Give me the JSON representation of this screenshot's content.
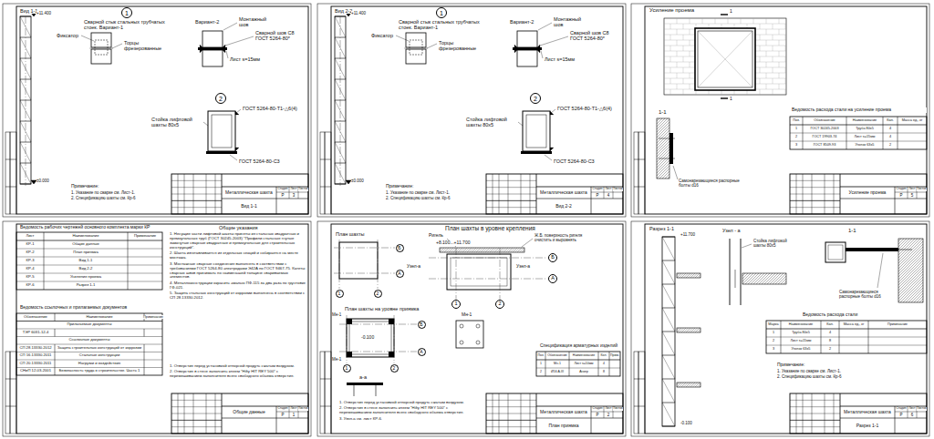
{
  "diagram": {
    "nodes": [
      {
        "text": [
          "1"
        ]
      },
      {
        "text": [
          "2"
        ]
      },
      {
        "text": [
          "1"
        ]
      },
      {
        "text": [
          "2"
        ]
      },
      {
        "text": [
          "Б"
        ]
      },
      {
        "text": [
          "А"
        ]
      },
      {
        "text": [
          "1"
        ]
      },
      {
        "text": [
          "2"
        ]
      },
      {
        "text": [
          "Б"
        ]
      },
      {
        "text": [
          "А"
        ]
      },
      {
        "text": [
          "1"
        ]
      },
      {
        "text": [
          "2"
        ]
      },
      {
        "text": [
          "Б"
        ]
      },
      {
        "text": [
          "А"
        ]
      },
      {
        "text": [
          "1"
        ]
      },
      {
        "text": [
          "2"
        ]
      }
    ],
    "labels": [
      "Вид 1-1",
      "+11.400",
      "±0.000",
      "Сварной стык стальных трубчатых стоек. Вариант-1",
      "Фиксатор",
      "Торцы фрезерованные",
      "Вариант-2",
      "Монтажный шов",
      "Сварной шов С8 ГОСТ 5264-80*",
      "Лист s=15мм",
      "Стойка лифтовой шахты 80х5",
      "ГОСТ 5264-80-Т1-△6(4)",
      "ГОСТ 5264-80-С3",
      "Примечание:",
      "1. Указание по сварке см. Лист-1.",
      "2. Спецификацию шахты см. Кр-6",
      "Металлическая шахта",
      "Вид 1-1",
      "Стадия",
      "Лист",
      "Листов",
      "Р",
      "3",
      "Вид 2-2",
      "+11.400",
      "±0.000",
      "Сварной стык стальных трубчатых стоек. Вариант-1",
      "Фиксатор",
      "Торцы фрезерованные",
      "Вариант-2",
      "Монтажный шов",
      "Сварной шов С8 ГОСТ 5264-80*",
      "Лист s=15мм",
      "Стойка лифтовой шахты 80х5",
      "ГОСТ 5264-80-Т1-△6(4)",
      "ГОСТ 5264-80-С3",
      "Примечание:",
      "1. Указание по сварке см. Лист-1.",
      "2. Спецификацию шахты см. Кр-6",
      "Металлическая шахта",
      "Вид 2-2",
      "Стадия",
      "Лист",
      "Листов",
      "Р",
      "4",
      "Усиление проема",
      "1",
      "1",
      "1-1",
      "Самонарезающиеся распорные болты d16",
      "Ведомость расхода стали на усиление проема",
      "Поз.",
      "Обозначение",
      "Наименование",
      "Кол.",
      "Масса ед., кг",
      "1",
      "ГОСТ 30245-2003",
      "Труба 80х5",
      "4",
      "2",
      "ГОСТ 19903-74",
      "Лист s=15мм",
      "4",
      "3",
      "ГОСТ 8509-93",
      "Уголок 63х5",
      "2",
      "Усиление проема",
      "Стадия",
      "Лист",
      "Листов",
      "Р",
      "5",
      "Ведомость рабочих чертежей основного комплекта марки КР",
      "Лист",
      "Наименование",
      "Примечание",
      "КР-1",
      "Общие данные",
      "КР-2",
      "План приямка",
      "КР-3",
      "Вид 1-1",
      "КР-4",
      "Вид 2-2",
      "КР-5",
      "Усиление проема",
      "КР-6",
      "Разрез 1-1",
      "Ведомость ссылочных и прилагаемых документов",
      "Обозначение",
      "Наименование",
      "Примечание",
      "Прилагаемые документы",
      "ТЭР 6031-12-4",
      "Ссылочные документы",
      "СП 28.13330.2012",
      "Защита строительных конструкций от коррозии",
      "СП 16.13330.2011",
      "Стальные конструкции",
      "СП 20.13330.2011",
      "Нагрузки и воздействия",
      "СНиП 12-03-2001",
      "Безопасность труда в строительстве. Часть 1",
      "Общие указания",
      "1. Несущие части лифтовой шахты приняты из стальных квадратных и прямоугольных труб (ГОСТ 30245-2003) \"Профили стальные гнутые замкнутые сварные квадратные и прямоугольные для строительных конструкций\".",
      "2. Шахта изготавливается из отдельных секций и собирается на месте монтажа.",
      "3. Монтажные сварные соединения выполнять в соответствии с требованиями ГОСТ 5264-80 электродами Э42А по ГОСТ 9467-75. Катеты сварных швов принимать по наименьшей толщине свариваемых элементов.",
      "4. Металлоконструкции окрасить эмалью ПФ-115 за два раза по грунтовке ГФ-021.",
      "5. Защита стальных конструкций от коррозии выполнена в соответствии с СП 28.13330.2012.",
      "1. Отверстия перед установкой отпорной продуть сжатым воздухом.",
      "2. Отверстия в стене заполнить клеем \"Hilty HIT REY 500\" с перемешиванием заполнителя всего свободного объема отверстия.",
      "Общие данные",
      "Стадия",
      "Лист",
      "Листов",
      "Р",
      "1",
      "План шахты в уровне крепления",
      "Ригель",
      "+8.100...+11.700",
      "Ж.Б. поверхность ригеля очистить и выровнять",
      "Узел-а",
      "Узел-а",
      "План шахты",
      "План шахты на уровне приямка",
      "-0.100",
      "Мн-1",
      "Мн-1",
      "а-а",
      "Мн-1",
      "Спецификация арматурных изделий",
      "Поз.",
      "Обозначение",
      "Наименование",
      "Кол.",
      "Прим.",
      "1",
      "Мн-1",
      "Лист s=10мм",
      "4",
      "2",
      "Ø16 А-III",
      "Анкер",
      "8",
      "1. Отверстия перед установкой отпорной продуть сжатым воздухом.",
      "2. Отверстия в стене заполнить клеем \"Hilty HIT REY 500\" с перемешиванием заполнителя всего свободного объема отверстия.",
      "3. Узел-а см. лист КР-6.",
      "Металлическая шахта",
      "План приямка",
      "Стадия",
      "Лист",
      "Листов",
      "Р",
      "2",
      "Разрез 1-1",
      "+11.700",
      "-0.100",
      "Узел - а",
      "Стойка лифтовой шахты 80х5",
      "1-1",
      "Самонарезающиеся распорные болты d16",
      "Ведомость расхода стали",
      "Марка",
      "Наименование",
      "Кол.",
      "Масса ед., кг",
      "Примечание",
      "1",
      "Труба 80х5",
      "4",
      "2",
      "Лист s=15мм",
      "8",
      "3",
      "Уголок 63х5",
      "2",
      "Примечание:",
      "1. Указание по сварке см. Лист-1.",
      "2. Спецификацию шахты см. Кр-6",
      "Металлическая шахта",
      "Разрез 1-1",
      "Стадия",
      "Лист",
      "Листов",
      "Р",
      "6"
    ]
  }
}
